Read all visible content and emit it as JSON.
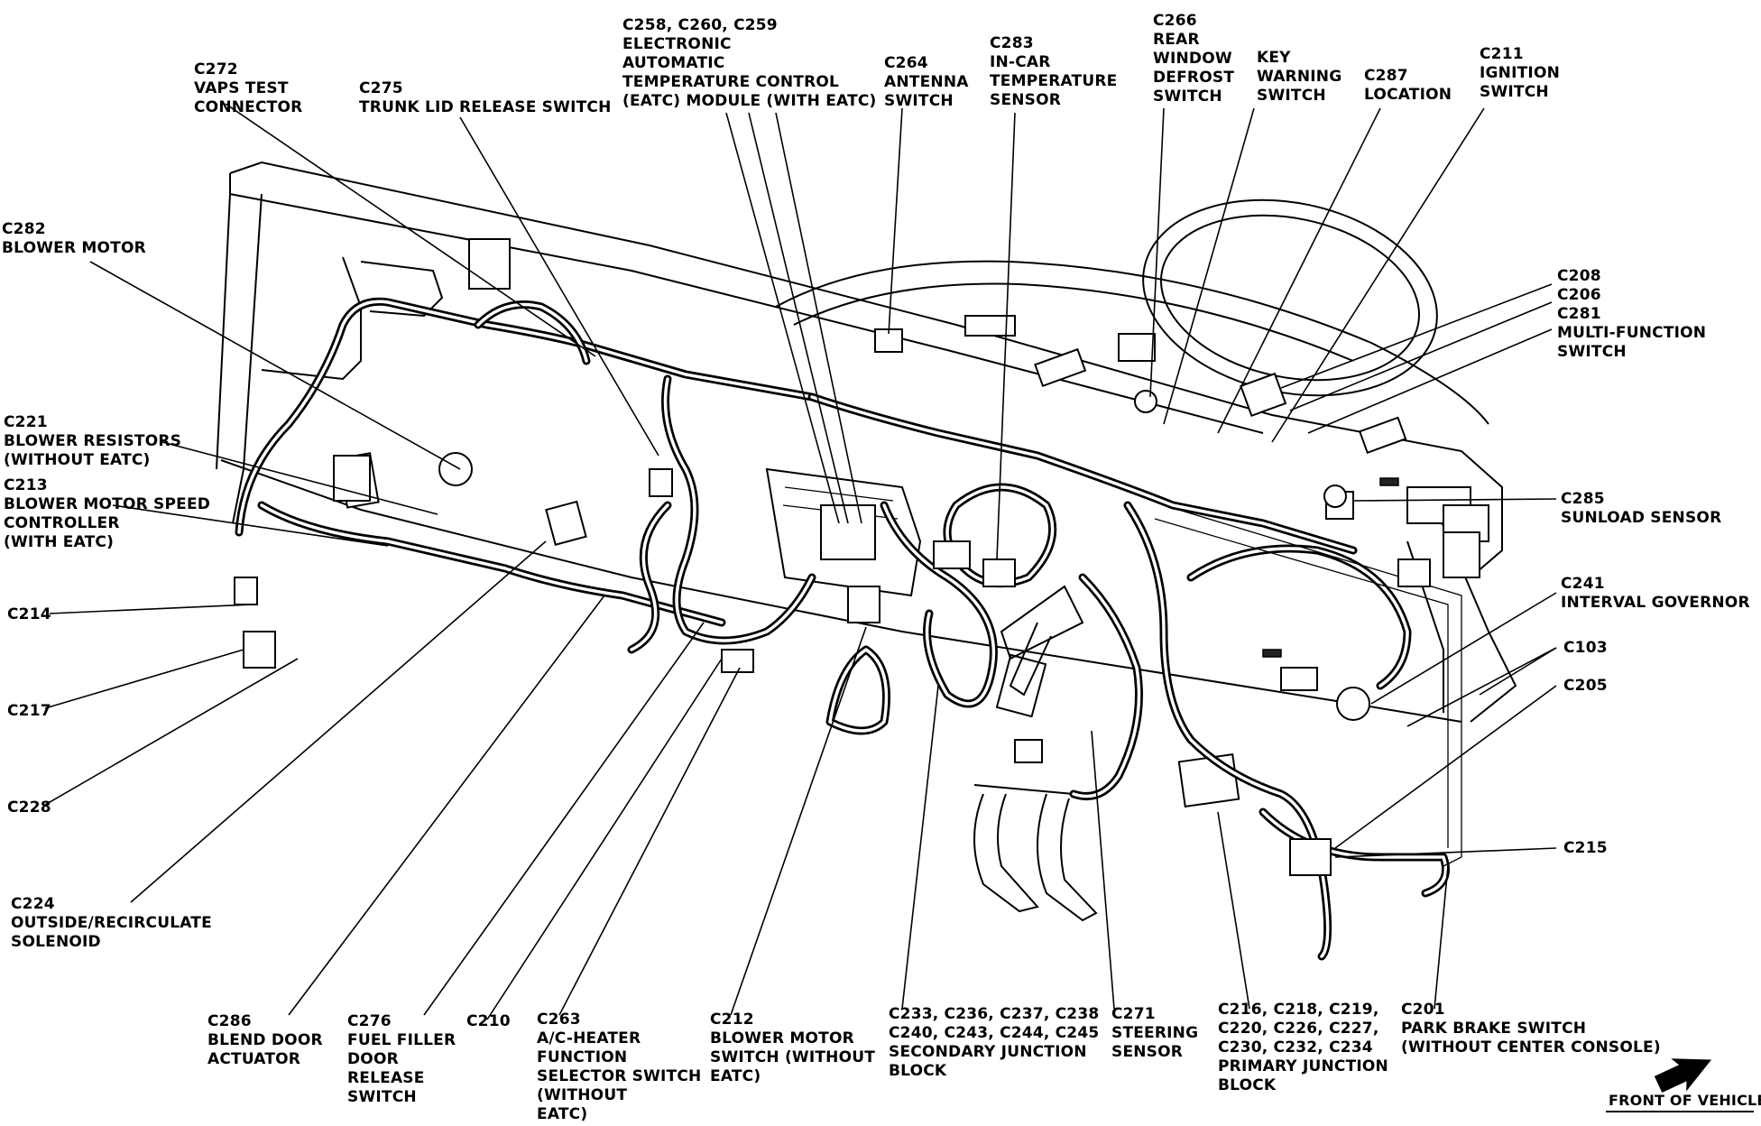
{
  "labels": {
    "c272": [
      "C272",
      "VAPS TEST",
      "CONNECTOR"
    ],
    "c275": [
      "C275",
      "TRUNK LID RELEASE SWITCH"
    ],
    "c258": [
      "C258, C260, C259",
      "ELECTRONIC",
      "AUTOMATIC",
      "TEMPERATURE CONTROL",
      "(EATC) MODULE (WITH EATC)"
    ],
    "c264": [
      "C264",
      "ANTENNA",
      "SWITCH"
    ],
    "c283": [
      "C283",
      "IN-CAR",
      "TEMPERATURE",
      "SENSOR"
    ],
    "c266": [
      "C266",
      "REAR",
      "WINDOW",
      "DEFROST",
      "SWITCH"
    ],
    "key_warning": [
      "KEY",
      "WARNING",
      "SWITCH"
    ],
    "c287": [
      "C287",
      "LOCATION"
    ],
    "c211": [
      "C211",
      "IGNITION",
      "SWITCH"
    ],
    "c282": [
      "C282",
      "BLOWER MOTOR"
    ],
    "c208_group": [
      "C208",
      "C206",
      "C281",
      "MULTI-FUNCTION",
      "SWITCH"
    ],
    "c221": [
      "C221",
      "BLOWER RESISTORS",
      "(WITHOUT EATC)"
    ],
    "c213": [
      "C213",
      "BLOWER MOTOR SPEED",
      "CONTROLLER",
      "(WITH EATC)"
    ],
    "c285": [
      "C285",
      "SUNLOAD SENSOR"
    ],
    "c214": [
      "C214"
    ],
    "c241": [
      "C241",
      "INTERVAL GOVERNOR"
    ],
    "c103": [
      "C103"
    ],
    "c205": [
      "C205"
    ],
    "c217": [
      "C217"
    ],
    "c228": [
      "C228"
    ],
    "c215": [
      "C215"
    ],
    "c224": [
      "C224",
      "OUTSIDE/RECIRCULATE",
      "SOLENOID"
    ],
    "c286": [
      "C286",
      "BLEND DOOR",
      "ACTUATOR"
    ],
    "c276": [
      "C276",
      "FUEL FILLER",
      "DOOR",
      "RELEASE",
      "SWITCH"
    ],
    "c210": [
      "C210"
    ],
    "c263": [
      "C263",
      "A/C-HEATER",
      "FUNCTION",
      "SELECTOR SWITCH",
      "(WITHOUT",
      "EATC)"
    ],
    "c212": [
      "C212",
      "BLOWER MOTOR",
      "SWITCH (WITHOUT",
      "EATC)"
    ],
    "c233": [
      "C233, C236, C237, C238",
      "C240, C243, C244, C245",
      "SECONDARY JUNCTION",
      "BLOCK"
    ],
    "c271": [
      "C271",
      "STEERING",
      "SENSOR"
    ],
    "c216": [
      "C216, C218, C219,",
      "C220, C226, C227,",
      "C230, C232, C234",
      "PRIMARY JUNCTION",
      "BLOCK"
    ],
    "c201": [
      "C201",
      "PARK BRAKE SWITCH",
      "(WITHOUT CENTER CONSOLE)"
    ],
    "front": [
      "FRONT OF VEHICLE"
    ]
  }
}
